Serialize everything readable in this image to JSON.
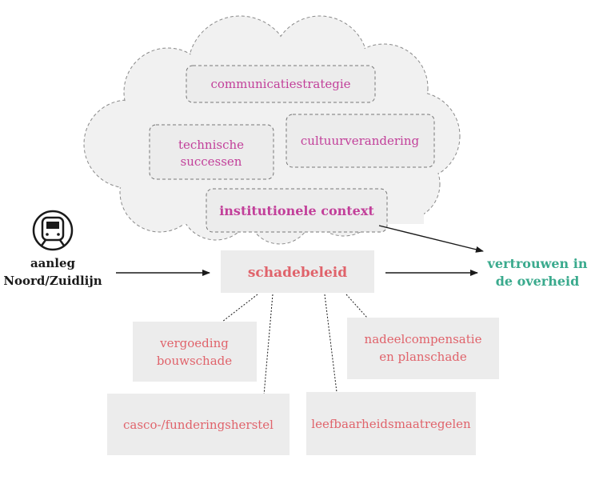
{
  "colors": {
    "pink": "#c2409a",
    "salmon": "#e0636b",
    "teal": "#3aaa8d",
    "cloud_fill": "#f1f1f1",
    "box_fill": "#ececec"
  },
  "input": {
    "icon": "train-icon",
    "line1": "aanleg",
    "line2": "Noord/Zuidlijn"
  },
  "cloud": {
    "communicatie": "communicatiestrategie",
    "technische_line1": "technische",
    "technische_line2": "successen",
    "cultuur": "cultuurverandering",
    "institutioneel": "institutionele context"
  },
  "center": {
    "label": "schadebeleid"
  },
  "output": {
    "line1": "vertrouwen in",
    "line2": "de overheid"
  },
  "measures": {
    "vergoeding_line1": "vergoeding",
    "vergoeding_line2": "bouwschade",
    "nadeel_line1": "nadeelcompensatie",
    "nadeel_line2": "en planschade",
    "casco": "casco-/funderingsherstel",
    "leefbaarheid": "leefbaarheidsmaatregelen"
  }
}
